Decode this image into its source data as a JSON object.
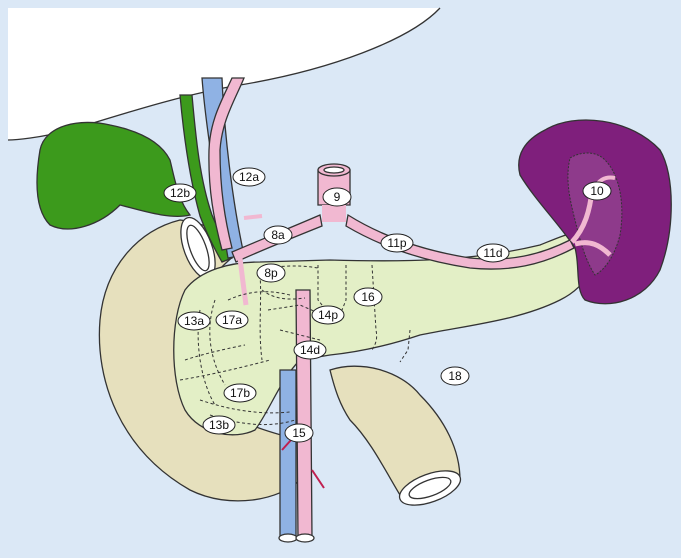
{
  "diagram": {
    "colors": {
      "background": "#dbe8f6",
      "pancreas": "#e3efc6",
      "duodenum": "#e6e0bd",
      "artery": "#f1b8d1",
      "vein": "#8fb2e4",
      "bile_duct": "#3c9a1c",
      "spleen": "#7f1f7c",
      "liver": "#ffffff"
    },
    "labels": {
      "n9": "9",
      "n10": "10",
      "n12a": "12a",
      "n12b": "12b",
      "n8a": "8a",
      "n8p": "8p",
      "n11p": "11p",
      "n11d": "11d",
      "n16": "16",
      "n13a": "13a",
      "n17a": "17a",
      "n14p": "14p",
      "n14d": "14d",
      "n17b": "17b",
      "n13b": "13b",
      "n15": "15",
      "n18": "18"
    }
  }
}
